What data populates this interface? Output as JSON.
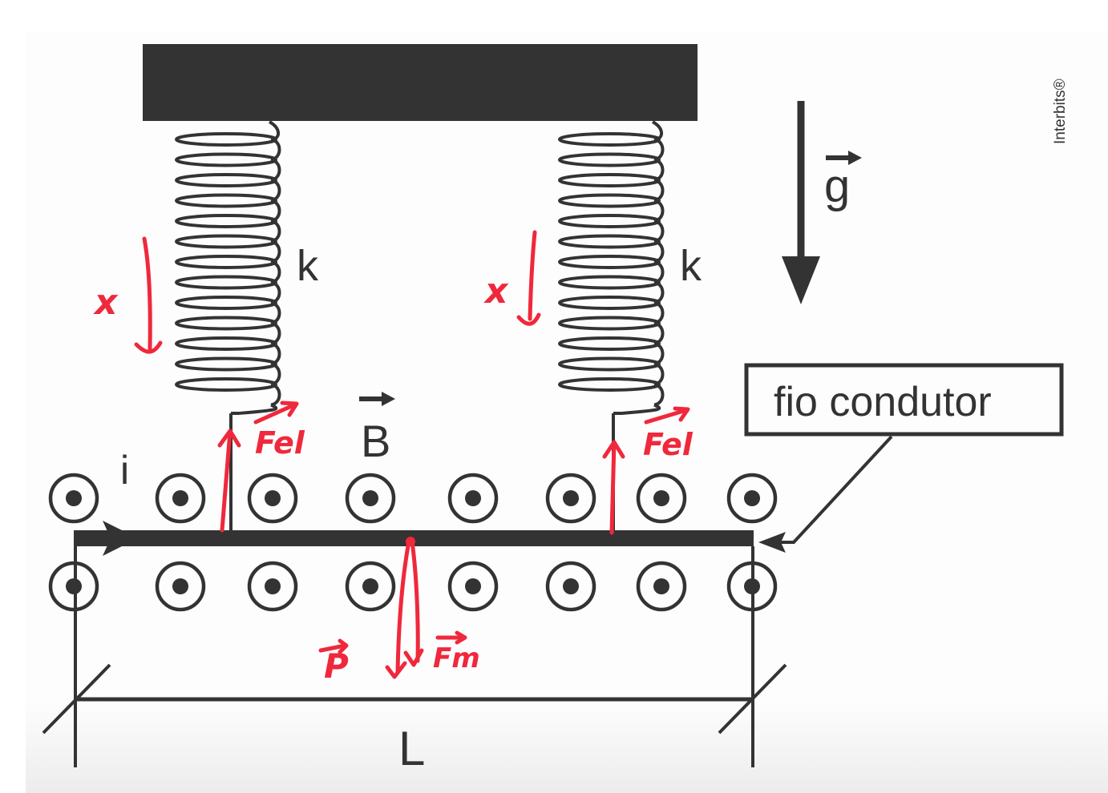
{
  "figure": {
    "title": "Fio condutor suspenso por molas em campo magnético",
    "watermark": "Interbits®",
    "labels": {
      "spring_constant_left": "k",
      "spring_constant_right": "k",
      "gravity": "g",
      "magnetic_field": "B",
      "current": "i",
      "length": "L",
      "wire_callout": "fio condutor"
    },
    "field_symbol": "dot-out-of-page",
    "field_rows": 2,
    "field_columns": 8
  },
  "annotations": {
    "color": "#f0283c",
    "items": [
      {
        "id": "x-left",
        "text": "x",
        "meaning": "spring deformation (left)"
      },
      {
        "id": "x-right",
        "text": "x",
        "meaning": "spring deformation (right)"
      },
      {
        "id": "fel-left",
        "text": "Fel",
        "meaning": "elastic force (left)"
      },
      {
        "id": "fel-right",
        "text": "Fel",
        "meaning": "elastic force (right)"
      },
      {
        "id": "weight",
        "text": "P",
        "meaning": "weight"
      },
      {
        "id": "magnetic-force",
        "text": "Fm",
        "meaning": "magnetic force"
      }
    ]
  },
  "colors": {
    "ink": "#333333",
    "annotation": "#f0283c",
    "background": "#fdfdfd"
  }
}
